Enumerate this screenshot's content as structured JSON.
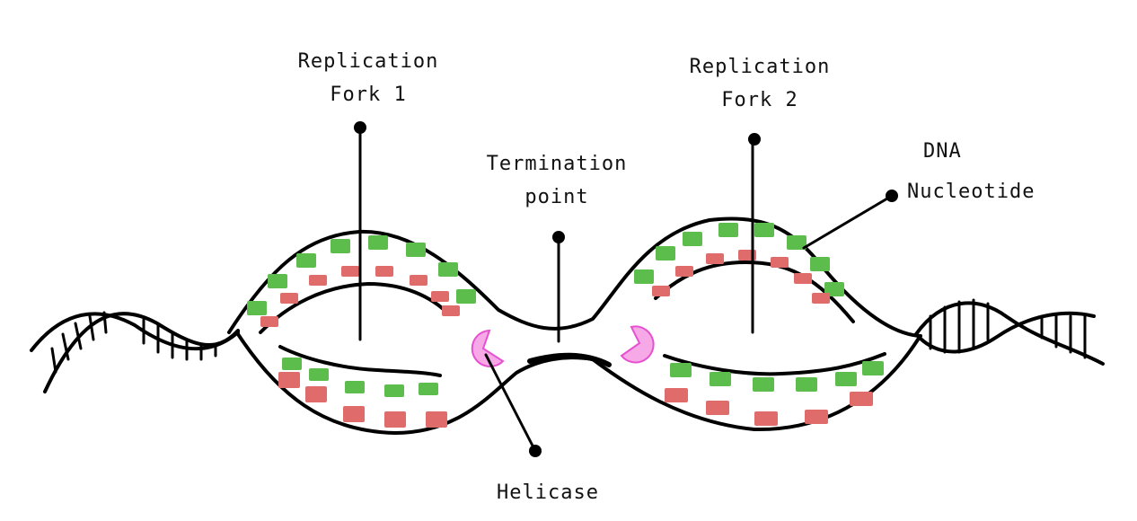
{
  "labels": {
    "fork1_line1": "Replication",
    "fork1_line2": "Fork 1",
    "fork2_line1": "Replication",
    "fork2_line2": "Fork 2",
    "termination_line1": "Termination",
    "termination_line2": "point",
    "nucleotide_line1": "DNA",
    "nucleotide_line2": "Nucleotide",
    "helicase": "Helicase"
  },
  "colors": {
    "strand": "#000000",
    "green_nucleotide": "#5cbd4c",
    "red_nucleotide": "#e06b6b",
    "helicase": "#f7a8e6",
    "helicase_outline": "#e552cf"
  }
}
